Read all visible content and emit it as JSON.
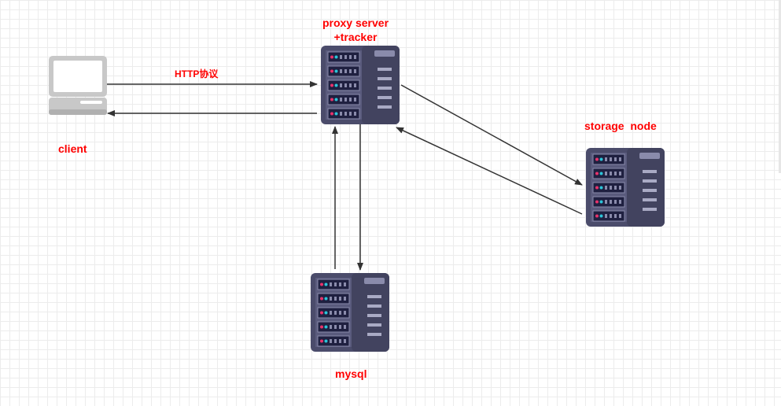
{
  "nodes": {
    "client": {
      "label": "client"
    },
    "proxy": {
      "label": "proxy server\n+tracker"
    },
    "storage": {
      "label": "storage  node"
    },
    "mysql": {
      "label": "mysql"
    }
  },
  "edges": {
    "client_to_proxy": {
      "label": "HTTP协议"
    }
  },
  "colors": {
    "label": "#ff0000",
    "arrow": "#333333",
    "server_body": "#4b4c6b",
    "server_slot": "#1f2040",
    "server_accent_red": "#e8336b",
    "server_accent_cyan": "#2bc4d8",
    "monitor": "#c8c8c8"
  }
}
